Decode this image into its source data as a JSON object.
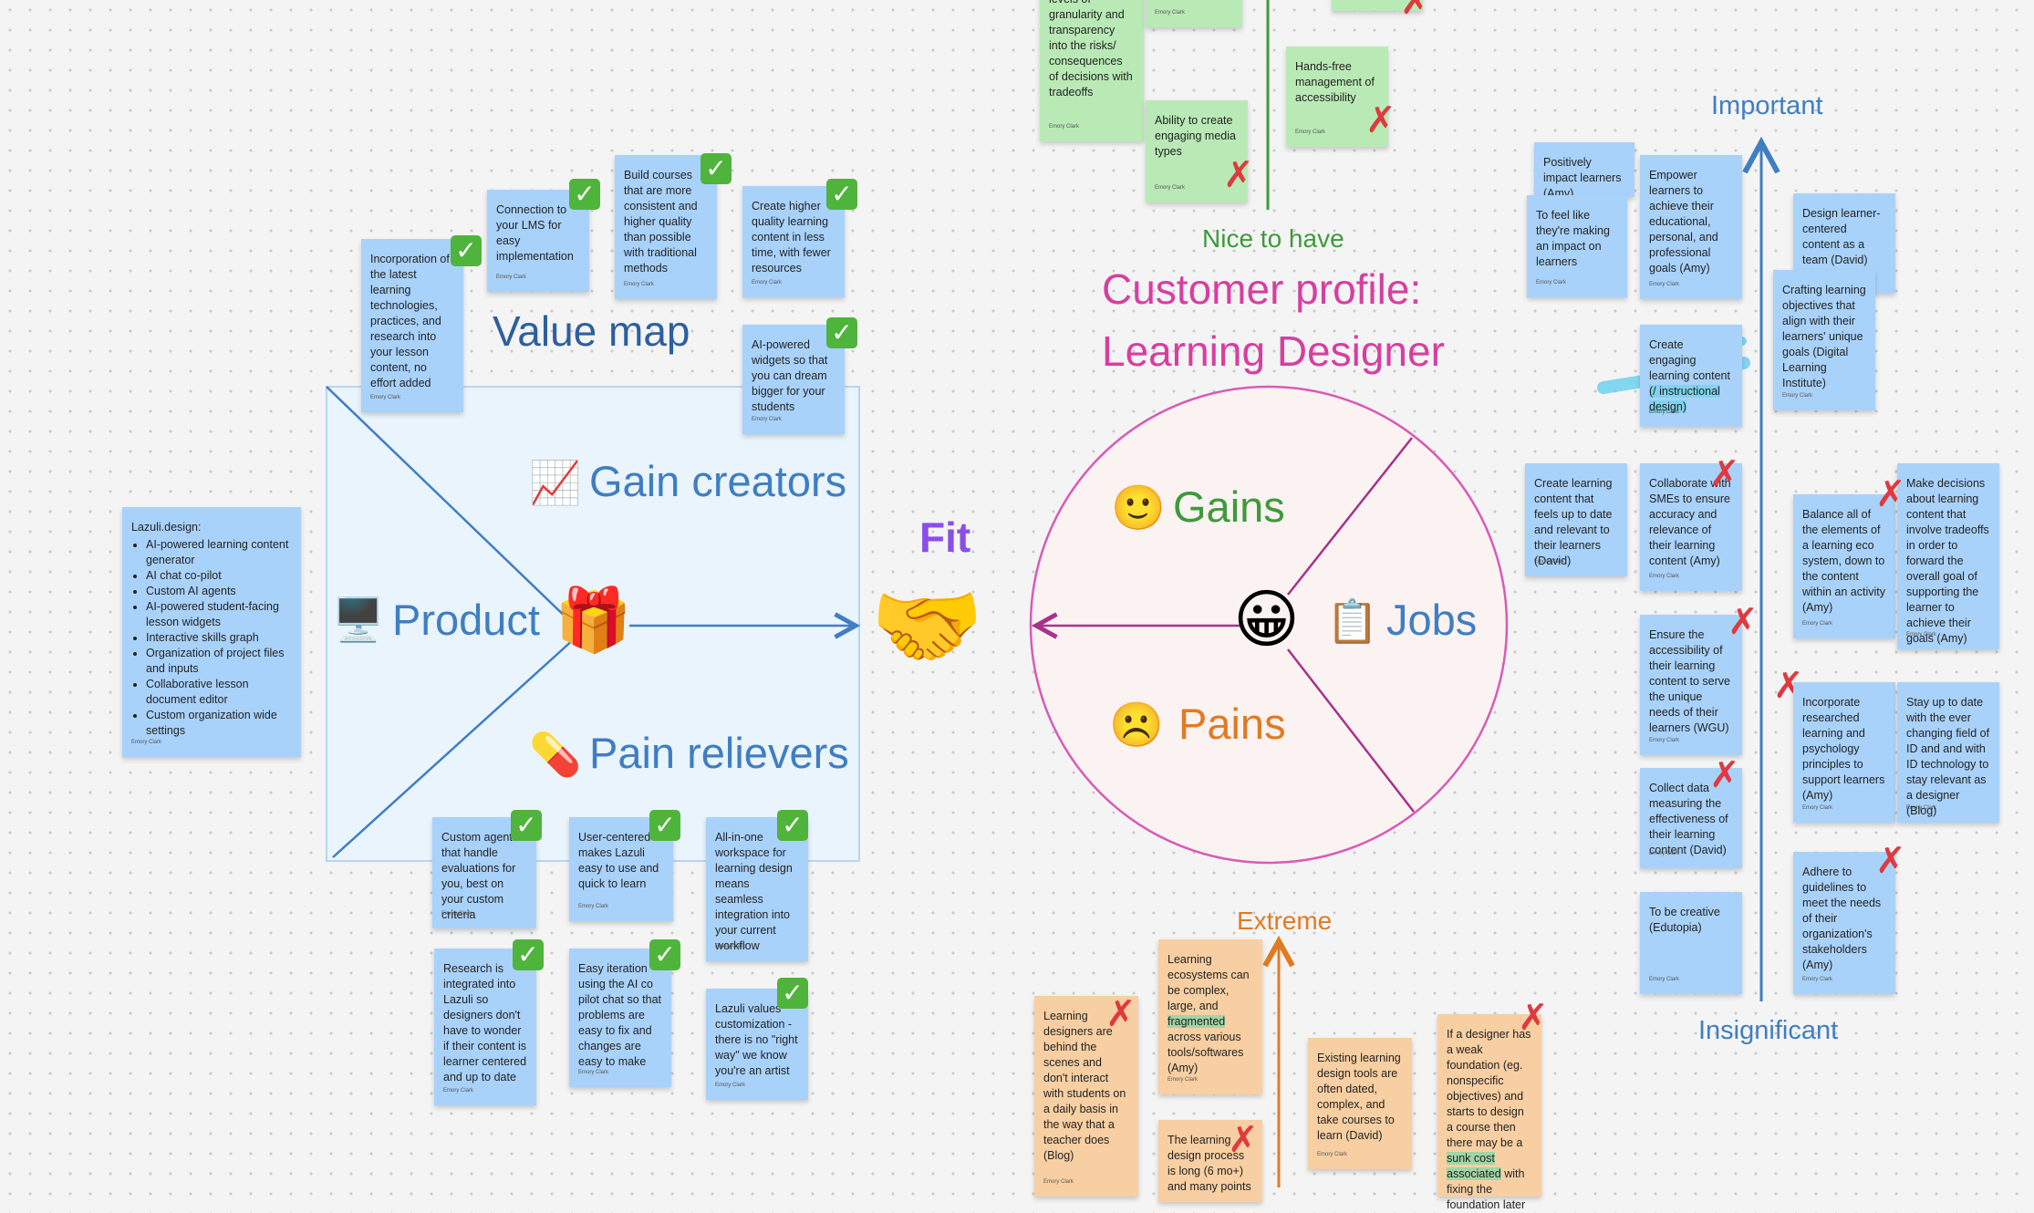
{
  "value_map": {
    "title": "Value map",
    "gain_creators": "Gain creators",
    "product": "Product",
    "pain_relievers": "Pain relievers"
  },
  "fit": "Fit",
  "customer_profile": {
    "title_line1": "Customer profile:",
    "title_line2": "Learning Designer",
    "gains": "Gains",
    "jobs": "Jobs",
    "pains": "Pains"
  },
  "axes": {
    "nice_to_have": "Nice to have",
    "important": "Important",
    "insignificant": "Insignificant",
    "extreme": "Extreme"
  },
  "author": "Emory Clark",
  "lazuli": {
    "heading": "Lazuli.design:",
    "items": [
      "AI-powered learning content generator",
      "AI chat co-pilot",
      "Custom AI agents",
      "AI-powered student-facing lesson widgets",
      "Interactive skills graph",
      "Organization of project files and inputs",
      "Collaborative lesson document editor",
      "Custom organization wide settings"
    ]
  },
  "gain_creator_notes": [
    "Incorporation of the latest learning technologies, practices, and research into your lesson content, no effort added",
    "Connection to your LMS for easy implementation",
    "Build courses that are more consistent and higher quality than possible with traditional methods",
    "Create higher quality learning content in less time, with fewer resources",
    "AI-powered widgets so that you can dream bigger for your students"
  ],
  "pain_reliever_notes": [
    "Custom agents that handle evaluations for you, best on your custom criteria",
    "User-centered makes Lazuli easy to use and quick to learn",
    "All-in-one workspace for learning design means seamless integration into your current workflow",
    "Research is integrated into Lazuli so designers don't have to wonder if their content is learner centered and up to date",
    "Easy iteration using the AI co pilot chat so that problems are easy to fix and changes are easy to make",
    "Lazuli values customization - there is no \"right way\" we know you're an artist"
  ],
  "gain_notes": [
    "balance at all levels of granularity and transparency into the risks/ consequences of decisions with tradeoffs",
    "Ability to create engaging media types",
    "Hands-free management of accessibility"
  ],
  "job_notes": {
    "positively": "Positively impact learners (Amy)",
    "feel_like": "To feel like they're making an impact on learners",
    "empower": "Empower learners to achieve their educational, personal, and professional goals (Amy)",
    "engaging_pre": "Create engaging learning content",
    "engaging_hl": "(/ instructional design)",
    "design_team": "Design learner-centered content as a team (David)",
    "crafting": "Crafting learning objectives that align with their learners' unique goals (Digital Learning Institute)",
    "up_to_date": "Create learning content that feels up to date and relevant to their learners (David)",
    "collaborate": "Collaborate with SMEs to ensure accuracy and relevance of their learning content (Amy)",
    "balance": "Balance all of the elements of a learning eco system, down to the content within an activity (Amy)",
    "decisions": "Make decisions about learning content that involve tradeoffs in order to forward the overall goal of supporting the learner to achieve their goals (Amy)",
    "accessibility": "Ensure the accessibility of their learning content to serve the unique needs of their learners (WGU)",
    "incorporate": "Incorporate researched learning and psychology principles to support learners (Amy)",
    "stay_up": "Stay up to date with the ever changing field of ID and and with ID technology to stay relevant as a designer (Blog)",
    "collect": "Collect data measuring the effectiveness of their learning content (David)",
    "adhere": "Adhere to guidelines to meet the needs of their organization's stakeholders (Amy)",
    "creative": "To be creative (Edutopia)"
  },
  "pain_notes": {
    "behind": "Learning designers are behind the scenes and don't interact with students on a daily basis in the way that a teacher does (Blog)",
    "eco_pre": "Learning ecosystems can be complex, large, and",
    "eco_hl": "fragmented",
    "eco_post": "across various tools/softwares (Amy)",
    "process": "The learning design process is long (6 mo+) and many points",
    "existing": "Existing learning design tools are often dated, complex, and take courses to learn (David)",
    "weak_pre": "If a designer has a weak foundation (eg. nonspecific objectives) and starts to design a course then there may be a",
    "weak_hl": "sunk cost associated",
    "weak_post": "with fixing the foundation later"
  },
  "colors": {
    "value_blue": "#3f7ec2",
    "profile_pink": "#d63fa0",
    "gains_green": "#3e9a3a",
    "pains_orange": "#e07b22",
    "fit_purple": "#8a4fe8"
  }
}
